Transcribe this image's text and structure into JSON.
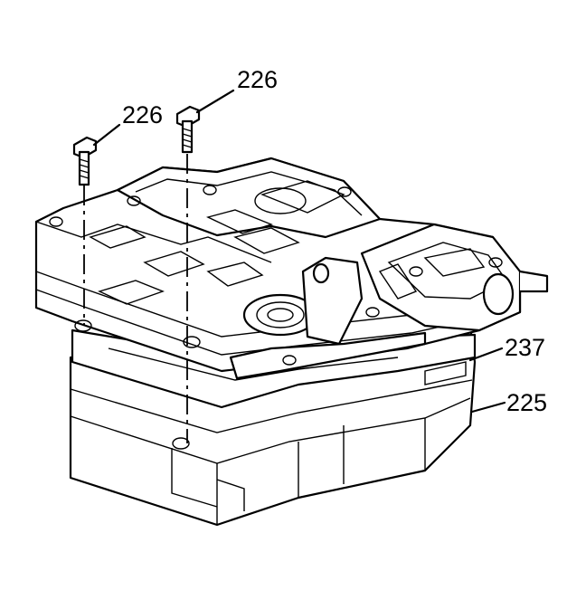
{
  "callouts": [
    {
      "id": "bolt-left",
      "label": "226"
    },
    {
      "id": "bolt-right",
      "label": "226"
    },
    {
      "id": "spacer-plate",
      "label": "237"
    },
    {
      "id": "valve-body",
      "label": "225"
    }
  ],
  "colors": {
    "line": "#000000",
    "background": "#ffffff"
  }
}
